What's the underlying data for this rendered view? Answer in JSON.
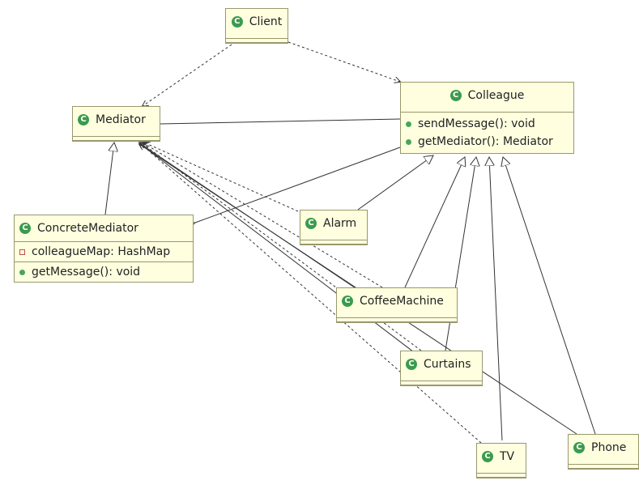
{
  "classes": {
    "client": {
      "name": "Client"
    },
    "mediator": {
      "name": "Mediator"
    },
    "colleague": {
      "name": "Colleague",
      "methods": [
        "sendMessage(): void",
        "getMediator(): Mediator"
      ]
    },
    "concrete_mediator": {
      "name": "ConcreteMediator",
      "fields": [
        "colleagueMap: HashMap"
      ],
      "methods": [
        "getMessage(): void"
      ]
    },
    "alarm": {
      "name": "Alarm"
    },
    "coffee_machine": {
      "name": "CoffeeMachine"
    },
    "curtains": {
      "name": "Curtains"
    },
    "tv": {
      "name": "TV"
    },
    "phone": {
      "name": "Phone"
    }
  },
  "icons": {
    "class": "class-icon",
    "class_letter": "C",
    "public_method": "public-method-icon",
    "private_field": "private-field-icon"
  },
  "colors": {
    "box_fill": "#ffffe0",
    "box_border": "#98986e",
    "class_icon": "#3b9b4d",
    "line": "#333333"
  }
}
